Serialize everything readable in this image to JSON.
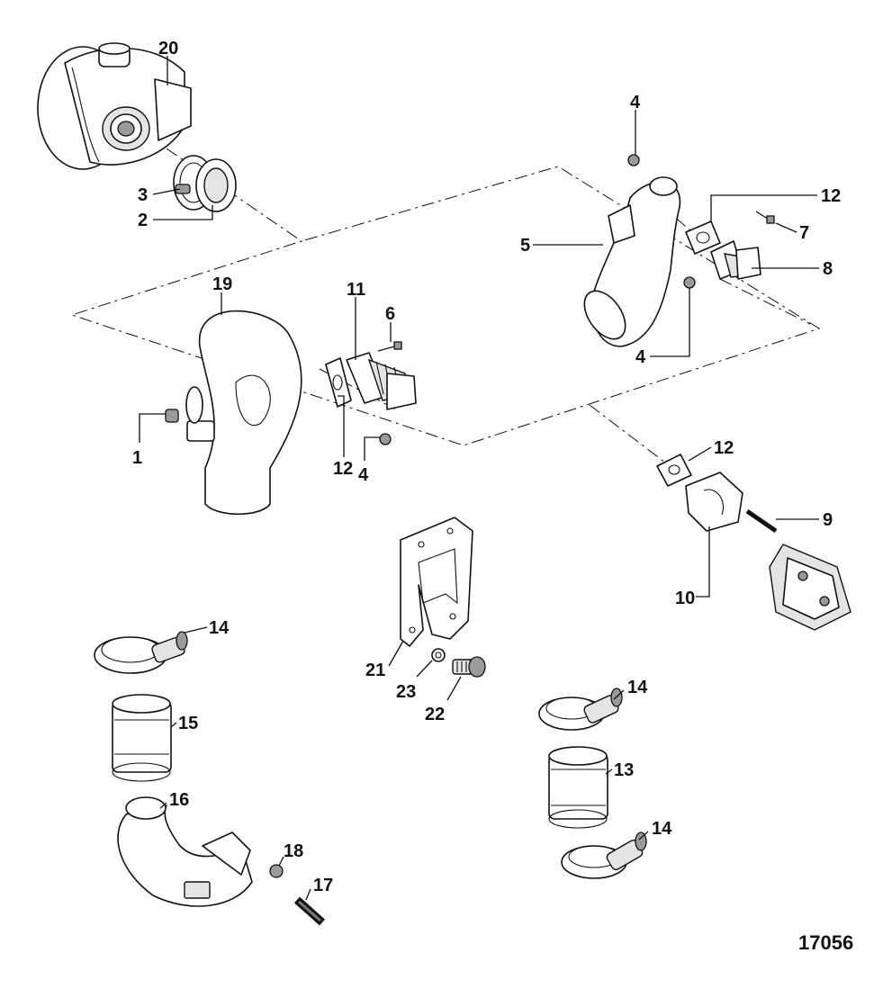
{
  "figure_id": "17056",
  "callouts": [
    "20",
    "3",
    "2",
    "4",
    "12",
    "5",
    "7",
    "8",
    "4",
    "19",
    "11",
    "6",
    "1",
    "12",
    "4",
    "12",
    "9",
    "10",
    "14",
    "21",
    "23",
    "22",
    "14",
    "15",
    "13",
    "16",
    "18",
    "17",
    "14"
  ]
}
